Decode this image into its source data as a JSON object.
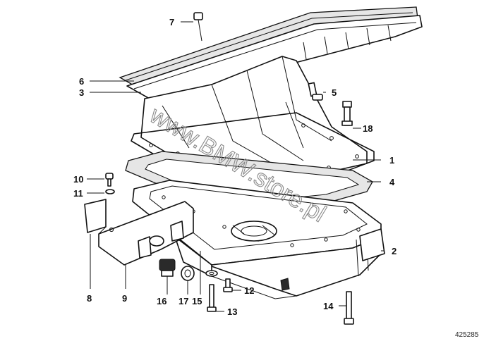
{
  "diagram": {
    "reference_number": "425285",
    "watermark": "www.BMW.store.pl",
    "callouts": [
      {
        "id": "c1",
        "label": "1"
      },
      {
        "id": "c2",
        "label": "2"
      },
      {
        "id": "c3",
        "label": "3"
      },
      {
        "id": "c4",
        "label": "4"
      },
      {
        "id": "c5",
        "label": "5"
      },
      {
        "id": "c6",
        "label": "6"
      },
      {
        "id": "c7",
        "label": "7"
      },
      {
        "id": "c8",
        "label": "8"
      },
      {
        "id": "c9",
        "label": "9"
      },
      {
        "id": "c10",
        "label": "10"
      },
      {
        "id": "c11",
        "label": "11"
      },
      {
        "id": "c12",
        "label": "12"
      },
      {
        "id": "c13",
        "label": "13"
      },
      {
        "id": "c14",
        "label": "14"
      },
      {
        "id": "c15",
        "label": "15"
      },
      {
        "id": "c16",
        "label": "16"
      },
      {
        "id": "c17",
        "label": "17"
      },
      {
        "id": "c18",
        "label": "18"
      }
    ]
  }
}
